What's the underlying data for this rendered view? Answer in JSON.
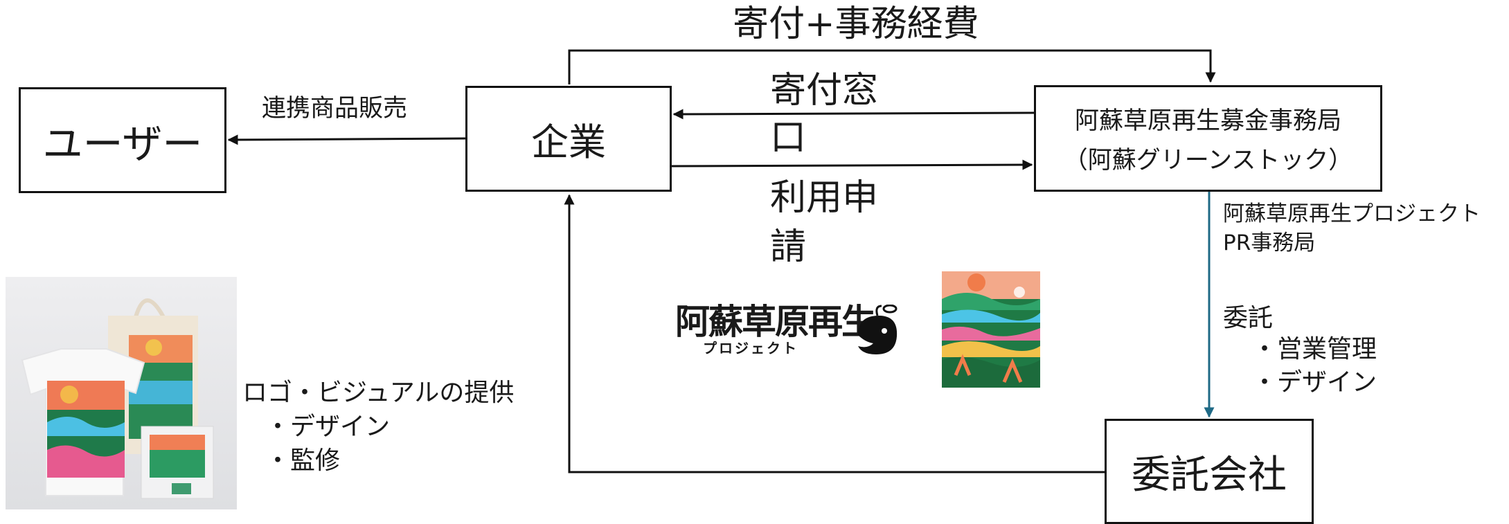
{
  "nodes": {
    "user": "ユーザー",
    "company": "企業",
    "office_name": "阿蘇草原再生募金事務局",
    "office_sub": "（阿蘇グリーンストック）",
    "contractor": "委託会社"
  },
  "edges": {
    "donation_costs": "寄付+事務経費",
    "sales": "連携商品販売",
    "donation_window_1": "寄付窓",
    "donation_window_2": "口",
    "application_1": "利用申",
    "application_2": "請",
    "pr_office_1": "阿蘇草原再生プロジェクト",
    "pr_office_2": "PR事務局",
    "consign": "委託",
    "consign_item_1": "・営業管理",
    "consign_item_2": "・デザイン",
    "provide": "ロゴ・ビジュアルの提供",
    "provide_item_1": "・デザイン",
    "provide_item_2": "・監修"
  },
  "logo": {
    "text": "阿蘇草原再生",
    "sub": "プロジェクト"
  },
  "colors": {
    "line": "#111111",
    "consign_line": "#1f6a86"
  }
}
